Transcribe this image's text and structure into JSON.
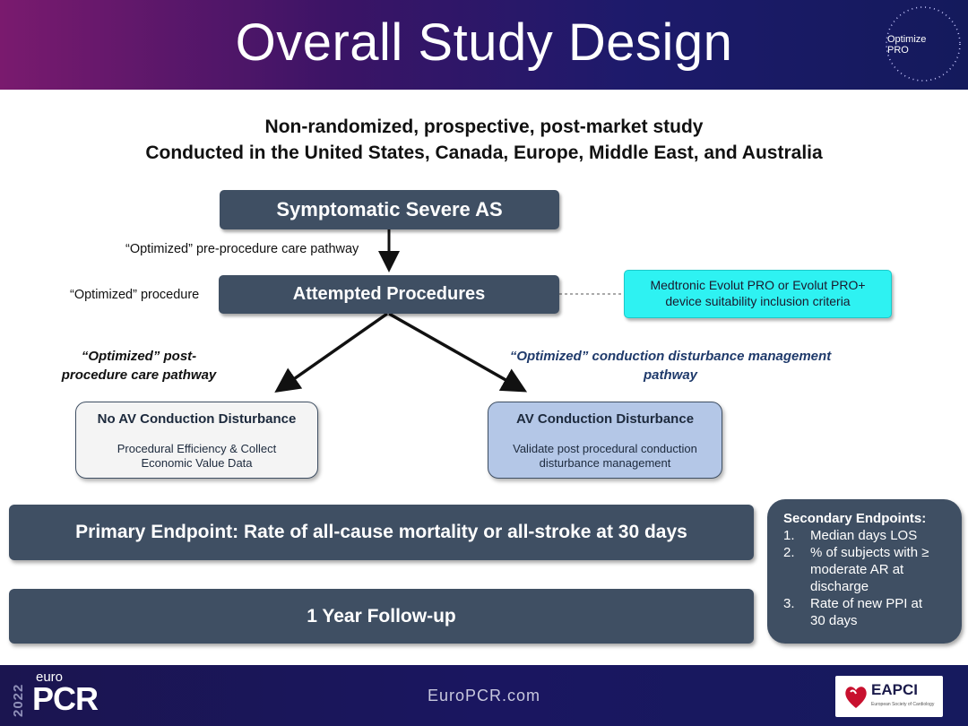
{
  "header": {
    "title": "Overall Study Design",
    "badge_line1": "Optimize",
    "badge_line2": "PRO"
  },
  "subtitle": {
    "line1": "Non-randomized, prospective, post-market study",
    "line2": "Conducted in the United States, Canada, Europe, Middle East, and Australia"
  },
  "flow": {
    "start_box": "Symptomatic Severe AS",
    "pre_pathway_label": "“Optimized” pre-procedure care pathway",
    "procedure_label": "“Optimized” procedure",
    "procedure_box": "Attempted Procedures",
    "criteria_line1": "Medtronic Evolut PRO or Evolut PRO+",
    "criteria_line2": "device suitability inclusion criteria",
    "left_path_line1": "“Optimized” post-",
    "left_path_line2": "procedure care pathway",
    "right_path_line1": "“Optimized” conduction disturbance management",
    "right_path_line2": "pathway"
  },
  "outcomes": {
    "left": {
      "title": "No AV Conduction Disturbance",
      "line1": "Procedural Efficiency & Collect",
      "line2": "Economic Value Data"
    },
    "right": {
      "title": "AV Conduction Disturbance",
      "line1": "Validate post procedural conduction",
      "line2": "disturbance management"
    }
  },
  "endpoints": {
    "primary": "Primary Endpoint: Rate of all-cause mortality or all-stroke at 30 days",
    "followup": "1 Year Follow-up",
    "secondary_title": "Secondary Endpoints:",
    "secondary_items": [
      {
        "num": "1.",
        "lines": [
          "Median days LOS"
        ]
      },
      {
        "num": "2.",
        "lines": [
          "% of subjects with ≥",
          "moderate AR at",
          "discharge"
        ]
      },
      {
        "num": "3.",
        "lines": [
          "Rate of new PPI at",
          "30 days"
        ]
      }
    ]
  },
  "footer": {
    "year": "2022",
    "brand_small": "euro",
    "brand_large": "PCR",
    "url": "EuroPCR.com",
    "partner": "EAPCI",
    "partner_sub": "European Society of Cardiology"
  },
  "colors": {
    "box_dark": "#3f4f63",
    "criteria_cyan": "#2ef2f2",
    "outcome_left_fill": "#f4f4f4",
    "outcome_right_fill": "#b4c7e7"
  }
}
